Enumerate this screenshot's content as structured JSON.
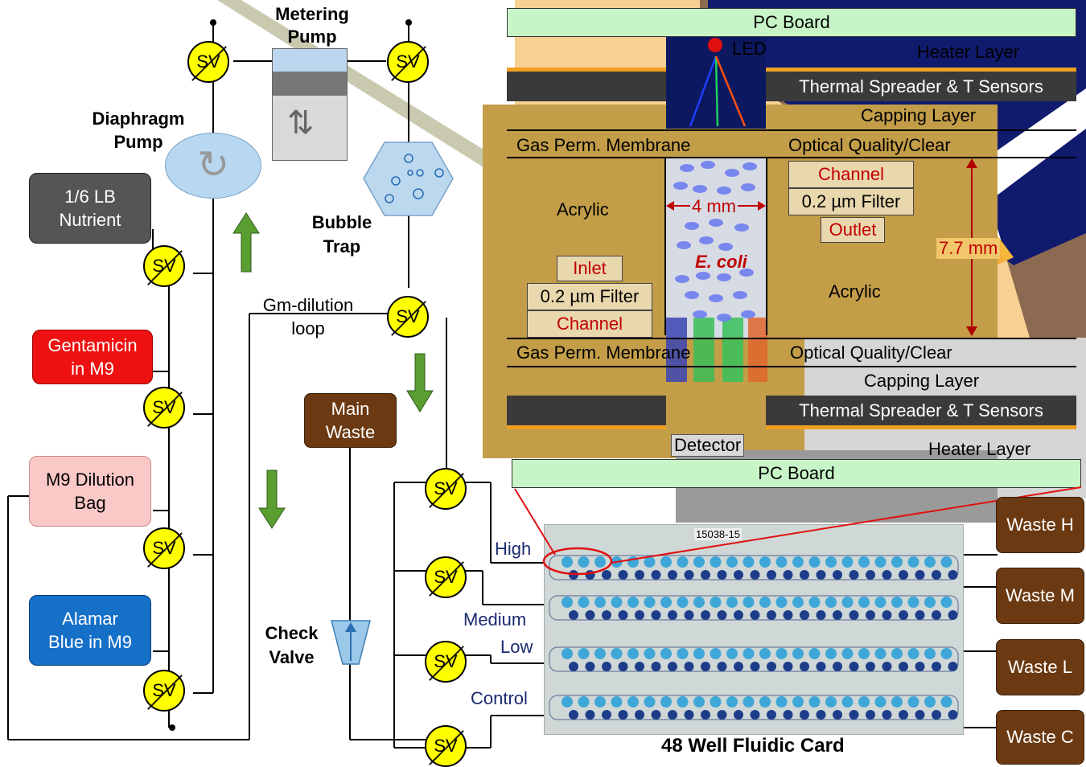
{
  "fluidics": {
    "metering_pump": "Metering\nPump",
    "diaphragm_pump": "Diaphragm\nPump",
    "bubble_trap": "Bubble\nTrap",
    "valve_label": "SV",
    "nutrient": "1/6 LB\nNutrient",
    "gentamicin": "Gentamicin\nin M9",
    "dilution_bag": "M9 Dilution\nBag",
    "alamar": "Alamar\nBlue in M9",
    "gm_loop": "Gm-dilution\nloop",
    "main_waste": "Main\nWaste",
    "check_valve": "Check\nValve",
    "high": "High",
    "medium": "Medium",
    "low": "Low",
    "control": "Control"
  },
  "cross_section": {
    "pc_board_top": "PC Board",
    "led": "LED",
    "heater_top": "Heater Layer",
    "spreader_top": "Thermal Spreader & T Sensors",
    "capping_top": "Capping Layer",
    "gas_membrane_top": "Gas Perm. Membrane",
    "optical_top": "Optical Quality/Clear",
    "channel_right": "Channel",
    "filter_right": "0.2 µm Filter",
    "outlet": "Outlet",
    "acrylic_left": "Acrylic",
    "width": "4 mm",
    "height": "7.7 mm",
    "ecoli": "E. coli",
    "acrylic_right": "Acrylic",
    "inlet": "Inlet",
    "filter_left": "0.2 µm Filter",
    "channel_left": "Channel",
    "gas_membrane_bottom": "Gas Perm. Membrane",
    "optical_bottom": "Optical Quality/Clear",
    "capping_bottom": "Capping Layer",
    "spreader_bottom": "Thermal Spreader & T Sensors",
    "detector": "Detector",
    "heater_bottom": "Heater Layer",
    "pc_board_bottom": "PC Board"
  },
  "card": {
    "caption": "48 Well Fluidic Card",
    "serial": "15038-15",
    "waste_h": "Waste H",
    "waste_m": "Waste M",
    "waste_l": "Waste L",
    "waste_c": "Waste C"
  },
  "colors": {
    "valve": "#ffff00",
    "arrow": "#5a9e32",
    "waste": "#6b3a12",
    "pc_board": "#c8f5c8",
    "gentamicin": "#ee1111",
    "alamar": "#1670c8",
    "bag": "#fbc8c8",
    "nutrient": "#555555",
    "channel_text": "#c00000"
  }
}
